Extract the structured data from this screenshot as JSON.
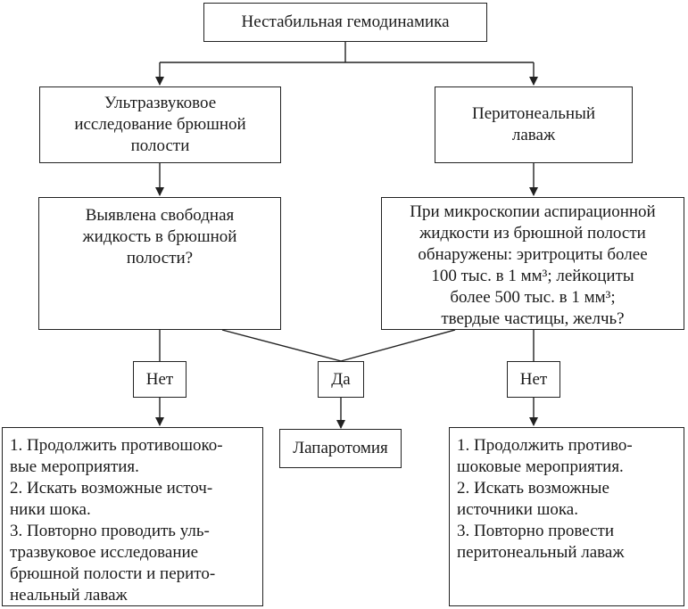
{
  "flowchart": {
    "start": {
      "lines": [
        "Нестабильная гемодинамика"
      ]
    },
    "ultrasound": {
      "lines": [
        "Ультразвуковое",
        "исследование брюшной",
        "полости"
      ]
    },
    "lavage": {
      "lines": [
        "Перитонеальный",
        "лаваж"
      ]
    },
    "fluid_question": {
      "lines": [
        "Выявлена свободная",
        "жидкость в брюшной",
        "полости?"
      ]
    },
    "micro_question": {
      "lines": [
        "При микроскопии аспирационной",
        "жидкости из брюшной полости",
        "обнаружены: эритроциты более",
        "100 тыс. в 1 мм³; лейкоциты",
        "более 500 тыс. в 1 мм³;",
        "твердые частицы, желчь?"
      ]
    },
    "no_left": {
      "label": "Нет"
    },
    "yes": {
      "label": "Да"
    },
    "no_right": {
      "label": "Нет"
    },
    "laparotomy": {
      "label": "Лапаротомия"
    },
    "left_actions": {
      "lines": [
        "1. Продолжить противошоко-",
        "вые мероприятия.",
        "2. Искать возможные источ-",
        "ники шока.",
        "3. Повторно проводить уль-",
        "тразвуковое исследование",
        "брюшной полости и перито-",
        "неальный лаваж"
      ]
    },
    "right_actions": {
      "lines": [
        "1. Продолжить противо-",
        "шоковые мероприятия.",
        "2. Искать возможные",
        "источники шока.",
        "3. Повторно провести",
        "перитонеальный лаваж"
      ]
    }
  }
}
